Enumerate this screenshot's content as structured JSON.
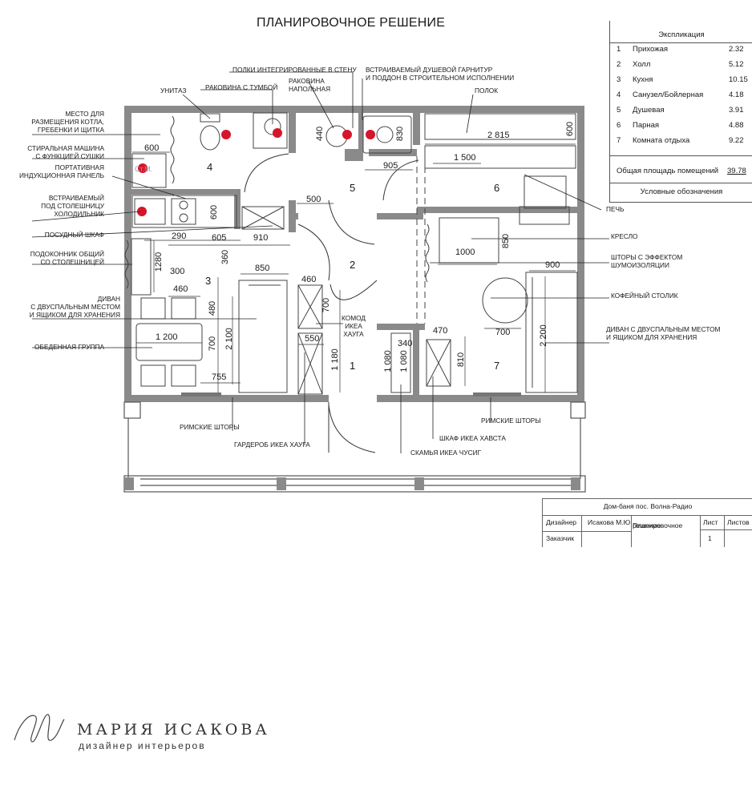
{
  "title": "ПЛАНИРОВОЧНОЕ РЕШЕНИЕ",
  "explication": {
    "header": "Экспликация",
    "rooms": [
      {
        "n": "1",
        "name": "Прихожая",
        "area": "2.32"
      },
      {
        "n": "2",
        "name": "Холл",
        "area": "5.12"
      },
      {
        "n": "3",
        "name": "Кухня",
        "area": "10.15"
      },
      {
        "n": "4",
        "name": "Санузел/Бойлерная",
        "area": "4.18"
      },
      {
        "n": "5",
        "name": "Душевая",
        "area": "3.91"
      },
      {
        "n": "6",
        "name": "Парная",
        "area": "4.88"
      },
      {
        "n": "7",
        "name": "Комната отдыха",
        "area": "9.22"
      }
    ],
    "total_label": "Общая площадь помещений",
    "total_value": "39.78",
    "legend": "Условные обозначения"
  },
  "labels_left": [
    [
      "МЕСТО ДЛЯ",
      "РАЗМЕЩЕНИЯ КОТЛА,",
      "ГРЕБЕНКИ И ЩИТКА"
    ],
    [
      "СТИРАЛЬНАЯ МАШИНА",
      "С ФУНКЦИЕЙ СУШКИ"
    ],
    [
      "ПОРТАТИВНАЯ",
      "ИНДУКЦИОННАЯ ПАНЕЛЬ"
    ],
    [
      "ВСТРАИВАЕМЫЙ",
      "ПОД СТОЛЕШНИЦУ",
      "ХОЛОДИЛЬНИК"
    ],
    [
      "ПОСУДНЫЙ ШКАФ"
    ],
    [
      "ПОДОКОННИК ОБЩИЙ",
      "СО СТОЛЕШНИЦЕЙ"
    ],
    [
      "ДИВАН",
      "С ДВУСПАЛЬНЫМ МЕСТОМ",
      "И ЯЩИКОМ ДЛЯ ХРАНЕНИЯ"
    ],
    [
      "ОБЕДЕННАЯ ГРУППА"
    ]
  ],
  "labels_top": {
    "toilet": "УНИТАЗ",
    "sink_cabinet": "РАКОВИНА С ТУМБОЙ",
    "shelves": "ПОЛКИ ИНТЕГРИРОВАННЫЕ В СТЕНУ",
    "floor_sink": [
      "РАКОВИНА",
      "НАПОЛЬНАЯ"
    ],
    "shower": [
      "ВСТРАИВАЕМЫЙ ДУШЕВОЙ ГАРНИТУР",
      "И ПОДДОН В СТРОИТЕЛЬНОМ ИСПОЛНЕНИИ"
    ],
    "shelf": "ПОЛОК"
  },
  "labels_right": {
    "stove": "ПЕЧЬ",
    "armchair": "КРЕСЛО",
    "curtains": [
      "ШТОРЫ С ЭФФЕКТОМ",
      "ШУМОИЗОЛЯЦИИ"
    ],
    "coffee_table": "КОФЕЙНЫЙ СТОЛИК",
    "sofa": [
      "ДИВАН С ДВУСПАЛЬНЫМ МЕСТОМ",
      "И ЯЩИКОМ ДЛЯ ХРАНЕНИЯ"
    ],
    "roman_right": "РИМСКИЕ ШТОРЫ"
  },
  "labels_bottom": {
    "roman_left": "РИМСКИЕ ШТОРЫ",
    "wardrobe": "ГАРДЕРОБ ИКЕА ХАУГА",
    "cabinet_havsta": "ШКАФ ИКЕА ХАВСТА",
    "bench": "СКАМЬЯ ИКЕА ЧУСИГ",
    "dresser": [
      "КОМОД",
      "ИКЕА",
      "ХАУГА"
    ]
  },
  "dimensions": {
    "d600a": "600",
    "d600b": "600",
    "d600c": "600",
    "d2815": "2 815",
    "d1500": "1 500",
    "d905": "905",
    "d500": "500",
    "d440": "440",
    "d830": "830",
    "d290": "290",
    "d605": "605",
    "d910": "910",
    "d1280": "1280",
    "d300": "300",
    "d360": "360",
    "d850a": "850",
    "d850b": "850",
    "d460a": "460",
    "d460b": "460",
    "d1000": "1000",
    "d900": "900",
    "d480": "480",
    "d700a": "700",
    "d700b": "700",
    "d700c": "700",
    "d2100": "2 100",
    "d1200": "1 200",
    "d550": "550",
    "d1180": "1 180",
    "d1080a": "1 080",
    "d1080b": "1 080",
    "d340": "340",
    "d470": "470",
    "d810": "810",
    "d2200": "2 200",
    "d755": "755"
  },
  "room_numbers": [
    "1",
    "2",
    "3",
    "4",
    "5",
    "6",
    "7"
  ],
  "washer_mark": "Ст.М.",
  "stamp": {
    "project": "Дом-баня пос. Волна-Радио",
    "designer_label": "Дизайнер",
    "designer_name": "Исакова М.Ю.",
    "client_label": "Заказчик",
    "sheet_title": [
      "Планировочное",
      "решение"
    ],
    "sheet_label": "Лист",
    "sheets_label": "Листов",
    "sheet_no": "1"
  },
  "logo": {
    "name": "МАРИЯ ИСАКОВА",
    "subtitle": "дизайнер интерьеров"
  }
}
